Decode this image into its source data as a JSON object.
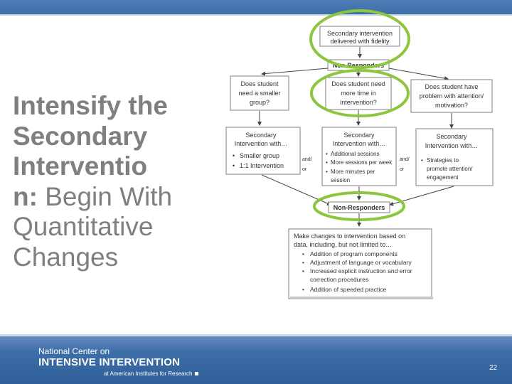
{
  "title": {
    "bold": "Intensify the Secondary Interventio n:",
    "regular": " Begin With Quantitative Changes"
  },
  "diagram": {
    "top_box": [
      "Secondary intervention",
      "delivered with fidelity"
    ],
    "non_responders_1": "Non-Responders",
    "q_left": [
      "Does student",
      "need a smaller",
      "group?"
    ],
    "q_mid": [
      "Does student need",
      "more time in",
      "intervention?"
    ],
    "q_right": [
      "Does student have",
      "problem with attention/",
      "motivation?"
    ],
    "opt_left": {
      "head": [
        "Secondary",
        "Intervention with…"
      ],
      "items": [
        "Smaller group",
        "1:1 Intervention"
      ]
    },
    "opt_mid": {
      "head": [
        "Secondary",
        "Intervention with…"
      ],
      "items": [
        "Additional sessions",
        "More sessions per week",
        "More minutes per",
        "session"
      ]
    },
    "opt_right": {
      "head": [
        "Secondary",
        "Intervention with…"
      ],
      "items": [
        "Strategies to",
        "promote attention/",
        "engagement"
      ]
    },
    "andor_1": [
      "and/",
      "or"
    ],
    "andor_2": [
      "and/",
      "or"
    ],
    "non_responders_2": "Non-Responders",
    "changes": {
      "head": [
        "Make changes to intervention based on",
        "data, including, but not limited to…"
      ],
      "items": [
        "Addition of program components",
        "Adjustment of language or vocabulary",
        "Increased explicit instruction and error",
        "correction procedures",
        "Addition of speeded practice"
      ]
    }
  },
  "footer": {
    "line1": "National Center on",
    "line2": "INTENSIVE INTERVENTION",
    "line3": "at American Institutes for Research"
  },
  "page_number": "22",
  "colors": {
    "header": "#3d6ea8",
    "highlight_ring": "#8cc63f",
    "title_text": "#7f7f7f"
  }
}
